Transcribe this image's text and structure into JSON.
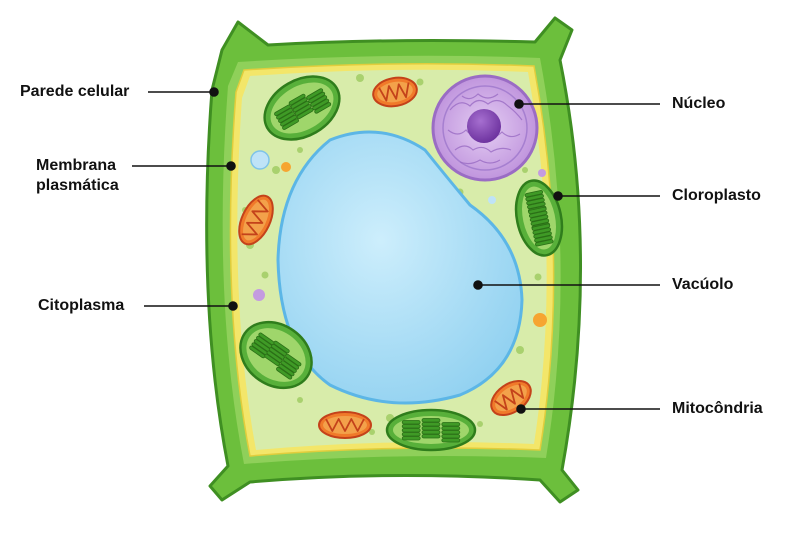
{
  "labels": {
    "left": {
      "cell_wall": "Parede celular",
      "membrane_line1": "Membrana",
      "membrane_line2": "plasmática",
      "cytoplasm": "Citoplasma"
    },
    "right": {
      "nucleus": "Núcleo",
      "chloroplast": "Cloroplasto",
      "vacuole": "Vacúolo",
      "mitochondria": "Mitocôndria"
    }
  },
  "colors": {
    "cell_wall": "#6cbf3c",
    "cell_wall_dark": "#3f8f22",
    "membrane": "#f3e66a",
    "cytoplasm": "#d8ecaa",
    "vacuole": "#a8dcf4",
    "vacuole_edge": "#5cb6e6",
    "nucleus": "#c49be0",
    "nucleolus": "#7a3fae",
    "chloroplast": "#58b03a",
    "mitochondria": "#f07a2a",
    "leader_line": "#111111"
  }
}
